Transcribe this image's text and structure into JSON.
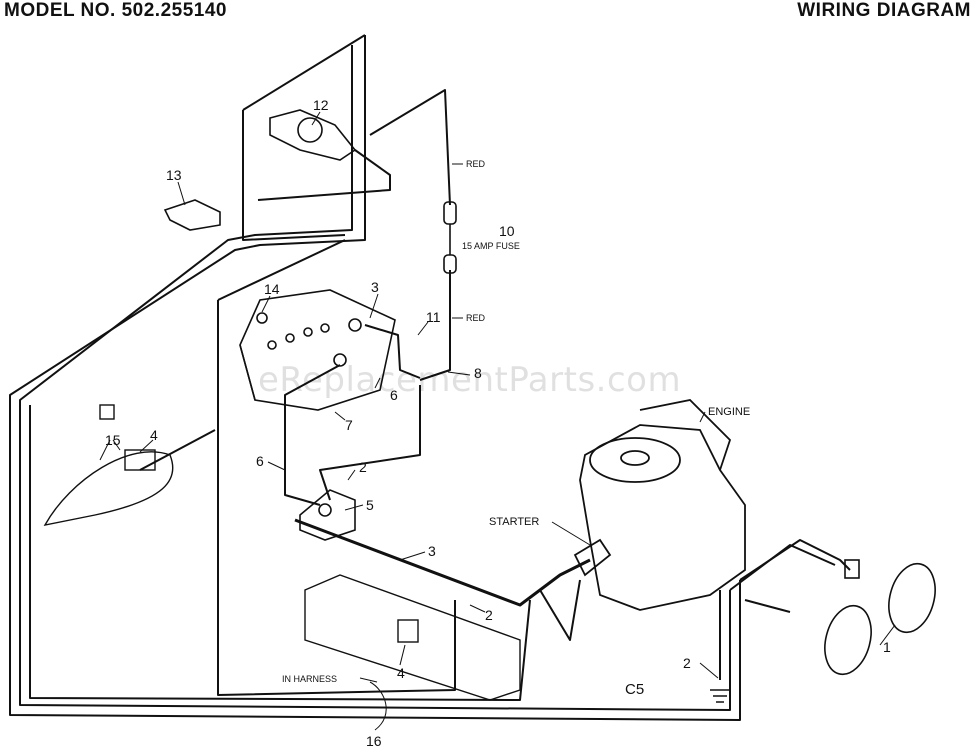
{
  "header": {
    "model": "MODEL NO. 502.255140",
    "title": "WIRING DIAGRAM"
  },
  "callouts": {
    "n1": "1",
    "n2a": "2",
    "n2b": "2",
    "n2c": "2",
    "n3a": "3",
    "n3b": "3",
    "n4a": "4",
    "n4b": "4",
    "n5": "5",
    "n6a": "6",
    "n6b": "6",
    "n7": "7",
    "n8": "8",
    "n10": "10",
    "n11": "11",
    "n12": "12",
    "n13": "13",
    "n14": "14",
    "n15": "15",
    "n16": "16"
  },
  "labels": {
    "red_top": "RED",
    "red_mid": "RED",
    "fuse": "15 AMP FUSE",
    "engine": "ENGINE",
    "starter": "STARTER",
    "harness": "IN HARNESS",
    "page_code": "C5"
  },
  "watermark": "eReplacementParts.com"
}
